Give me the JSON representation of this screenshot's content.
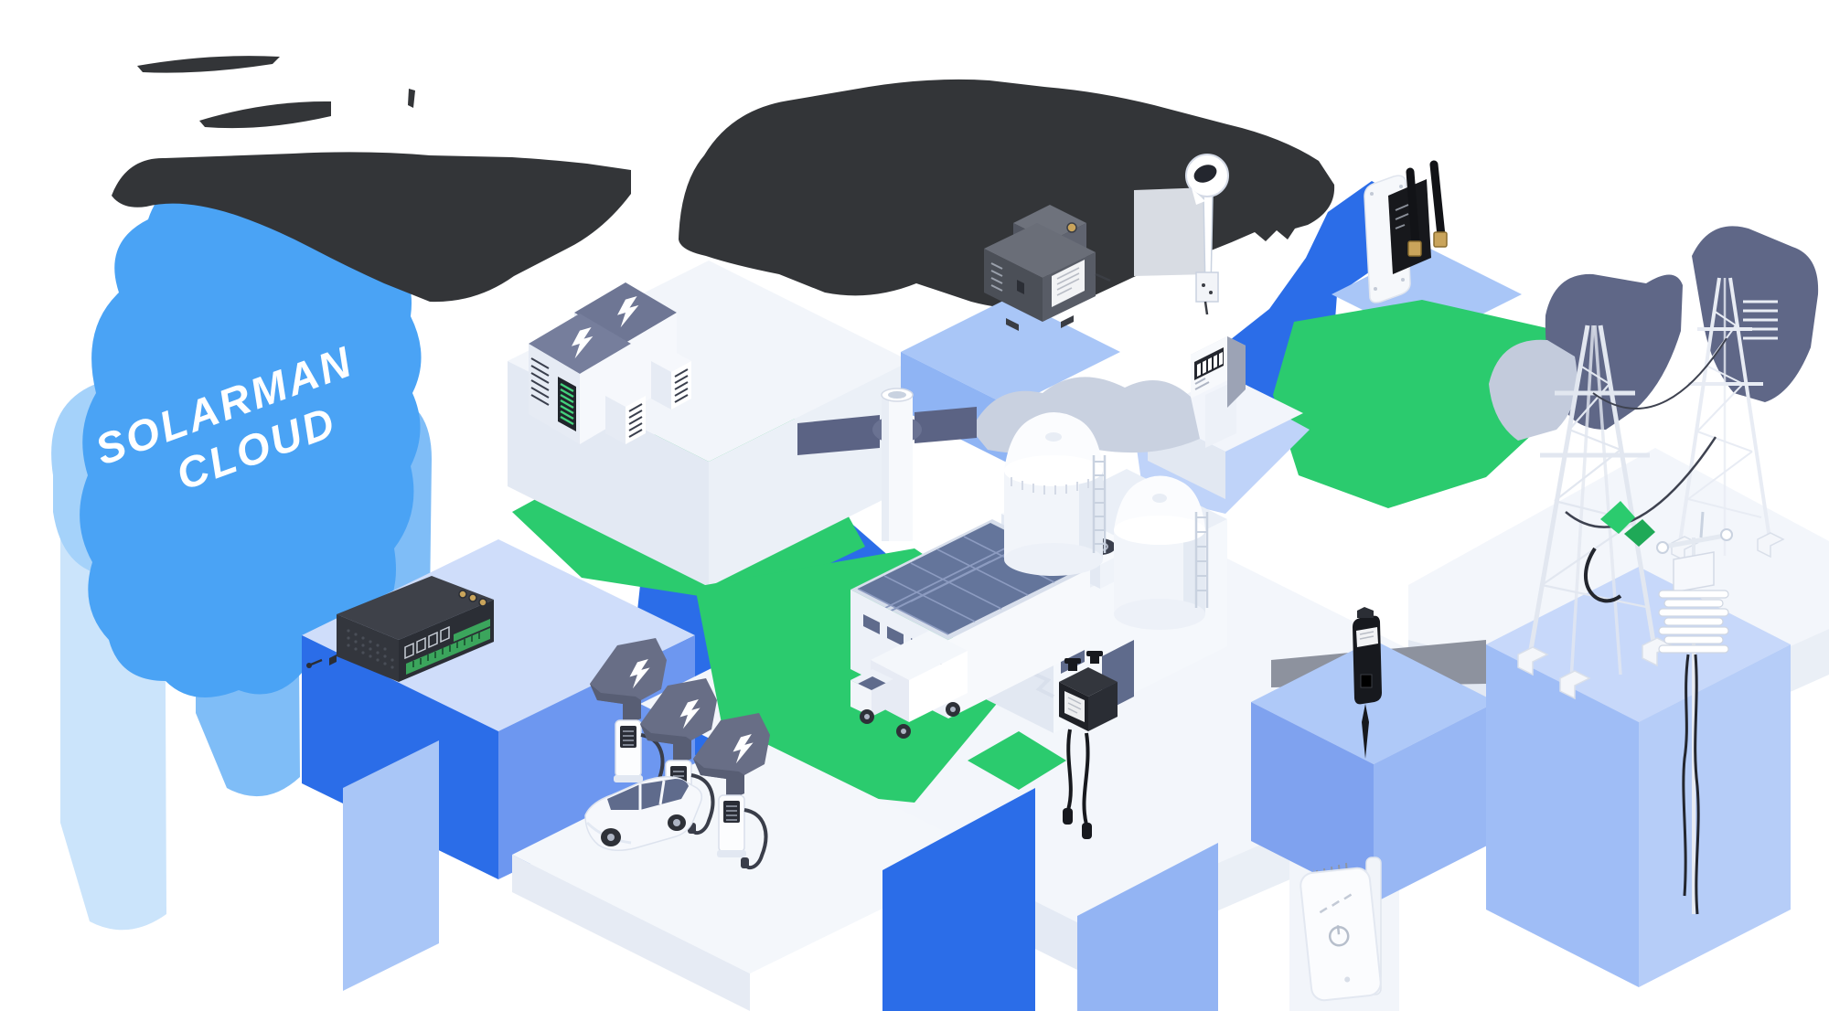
{
  "scene": {
    "description": "Isometric illustration of the SOLARMAN cloud energy ecosystem",
    "background": "#FFFFFF"
  },
  "cloud": {
    "line1": "SOLARMAN",
    "line2": "CLOUD",
    "label": "SOLARMAN CLOUD",
    "text_color": "#FFFFFF",
    "rotation_deg": -20
  },
  "palette": {
    "ink": "#333538",
    "cloud_blue": "#4AA3F5",
    "cloud_blue_medium": "#7FBDF7",
    "cloud_blue_light": "#A5D2FA",
    "cloud_blue_pale": "#CBE4FB",
    "accent_blue": "#2B6DE8",
    "blue_side": "#6D97F0",
    "periwinkle": "#A9C6F7",
    "periwinkle_light": "#C7D8FA",
    "accent_green": "#2BCB6E",
    "platform_top": "#F3F6FB",
    "platform_side": "#E3E9F3",
    "platform_side_dark": "#D8E0ED",
    "slate": "#5F6787",
    "slate_canopy": "#686E86",
    "device_black": "#1A1C22",
    "device_gray": "#55585F",
    "gold": "#C9A45B",
    "terminal_green": "#3BA55C"
  },
  "devices": [
    {
      "id": "solarman-cloud",
      "icon": "cloud-icon",
      "label": "SOLARMAN CLOUD"
    },
    {
      "id": "battery-storage",
      "icon": "battery-storage-icon"
    },
    {
      "id": "industrial-gateway",
      "icon": "gateway-router-icon"
    },
    {
      "id": "din-rail-datalogger",
      "icon": "din-logger-icon"
    },
    {
      "id": "probe-logger",
      "icon": "probe-stick-icon"
    },
    {
      "id": "lte-datalogger",
      "icon": "dual-antenna-module-icon"
    },
    {
      "id": "energy-meter",
      "icon": "energy-meter-icon"
    },
    {
      "id": "transmission-towers",
      "icon": "power-pylon-icon"
    },
    {
      "id": "solar-factory",
      "icon": "solar-factory-icon"
    },
    {
      "id": "storage-tanks",
      "icon": "storage-tank-icon"
    },
    {
      "id": "box-truck",
      "icon": "truck-icon"
    },
    {
      "id": "ev-car",
      "icon": "car-icon"
    },
    {
      "id": "ev-charging-piles",
      "icon": "ev-charger-icon",
      "count": 3
    },
    {
      "id": "weather-station",
      "icon": "weather-station-icon"
    },
    {
      "id": "stick-logger",
      "icon": "stick-logger-icon"
    },
    {
      "id": "microinverter",
      "icon": "microinverter-icon"
    },
    {
      "id": "wallbox-charger",
      "icon": "wallbox-icon"
    }
  ]
}
